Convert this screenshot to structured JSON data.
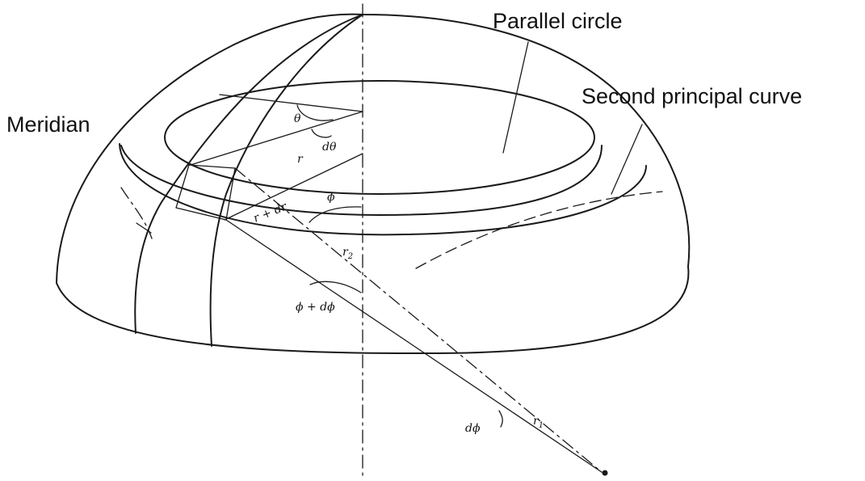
{
  "labels": {
    "parallel_circle": "Parallel circle",
    "second_principal_curve": "Second principal curve",
    "meridian": "Meridian"
  },
  "symbols": {
    "theta": "θ",
    "d_theta": "dθ",
    "r": "r",
    "r_plus_dr": "r + dr",
    "phi": "ϕ",
    "r2": "r",
    "r2_sub": "2",
    "phi_plus_dphi": "ϕ + dϕ",
    "d_phi": "dϕ",
    "r1": "r",
    "r1_sub": "1"
  },
  "colors": {
    "ink": "#1a1a1a",
    "background": "#ffffff"
  }
}
